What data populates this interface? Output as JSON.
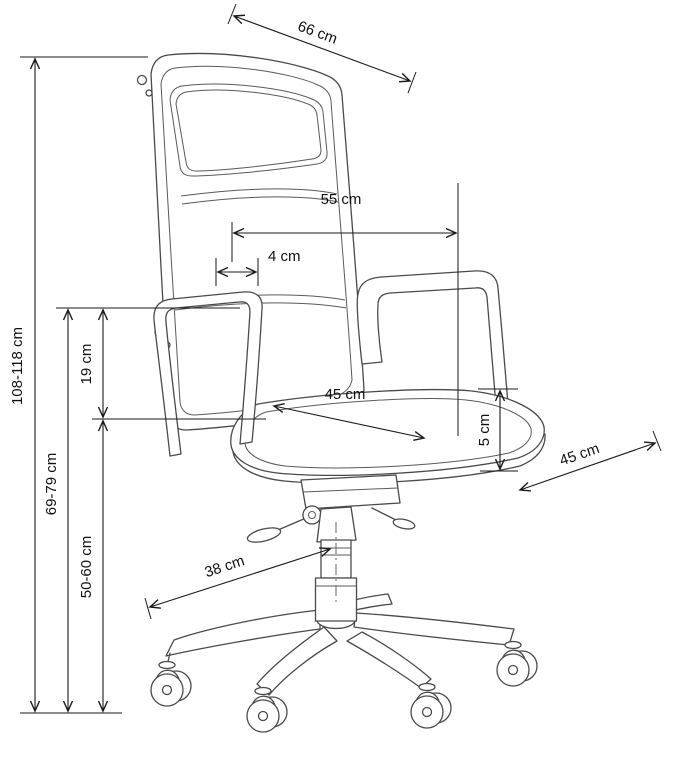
{
  "diagram": {
    "subject": "office chair dimension drawing",
    "colors": {
      "background": "#ffffff",
      "drawing_line": "#4a4a4a",
      "dimension_line": "#1a1a1a",
      "label_text": "#111111"
    },
    "dimensions": {
      "overall_width": "66 cm",
      "backrest_width": "55 cm",
      "backrest_offset": "4 cm",
      "seat_width": "45 cm",
      "cushion_thickness": "5 cm",
      "seat_depth": "45 cm",
      "base_width": "38 cm",
      "overall_height": "108-118 cm",
      "armrest_height": "69-79 cm",
      "armrest_above_seat": "19 cm",
      "seat_height": "50-60 cm"
    }
  }
}
